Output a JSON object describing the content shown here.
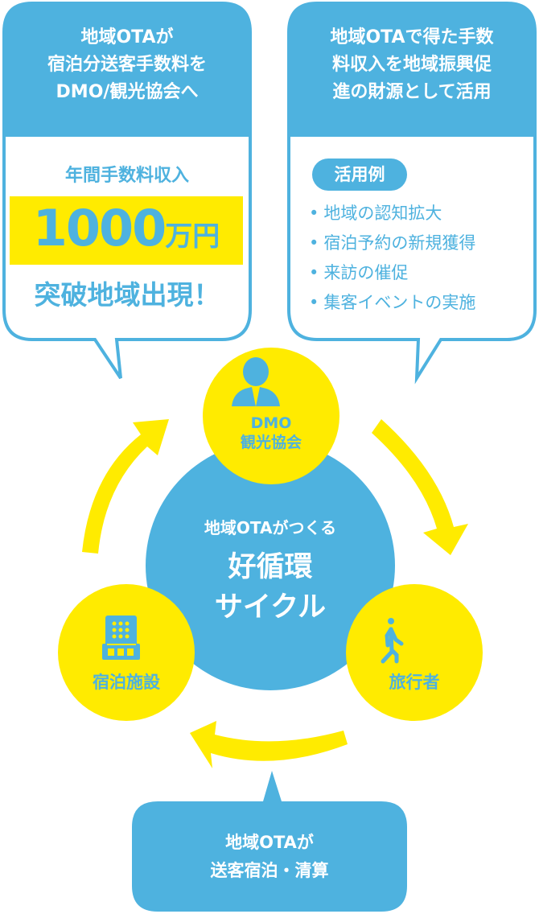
{
  "left_bubble": {
    "header": [
      "地域OTAが",
      "宿泊分送客手数料を",
      "DMO/観光協会へ"
    ],
    "income_label": "年間手数料収入",
    "amount": "1000",
    "unit": "万円",
    "tagline": "突破地域出現！"
  },
  "right_bubble": {
    "header": [
      "地域OTAで得た手数",
      "料収入を地域振興促",
      "進の財源として活用"
    ],
    "examples_label": "活用例",
    "examples": [
      "地域の認知拡大",
      "宿泊予約の新規獲得",
      "来訪の催促",
      "集客イベントの実施"
    ]
  },
  "center": {
    "subtitle": "地域OTAがつくる",
    "title": [
      "好循環",
      "サイクル"
    ]
  },
  "nodes": {
    "dmo": {
      "line1": "DMO",
      "line2": "観光協会",
      "icon": "businessman-icon"
    },
    "lodging": {
      "label": "宿泊施設",
      "icon": "building-icon"
    },
    "traveler": {
      "label": "旅行者",
      "icon": "walking-person-icon"
    }
  },
  "bottom_bubble": [
    "地域OTAが",
    "送客宿泊・清算"
  ],
  "colors": {
    "blue": "#4eb2df",
    "yellow": "#ffeb00",
    "white": "#ffffff"
  }
}
